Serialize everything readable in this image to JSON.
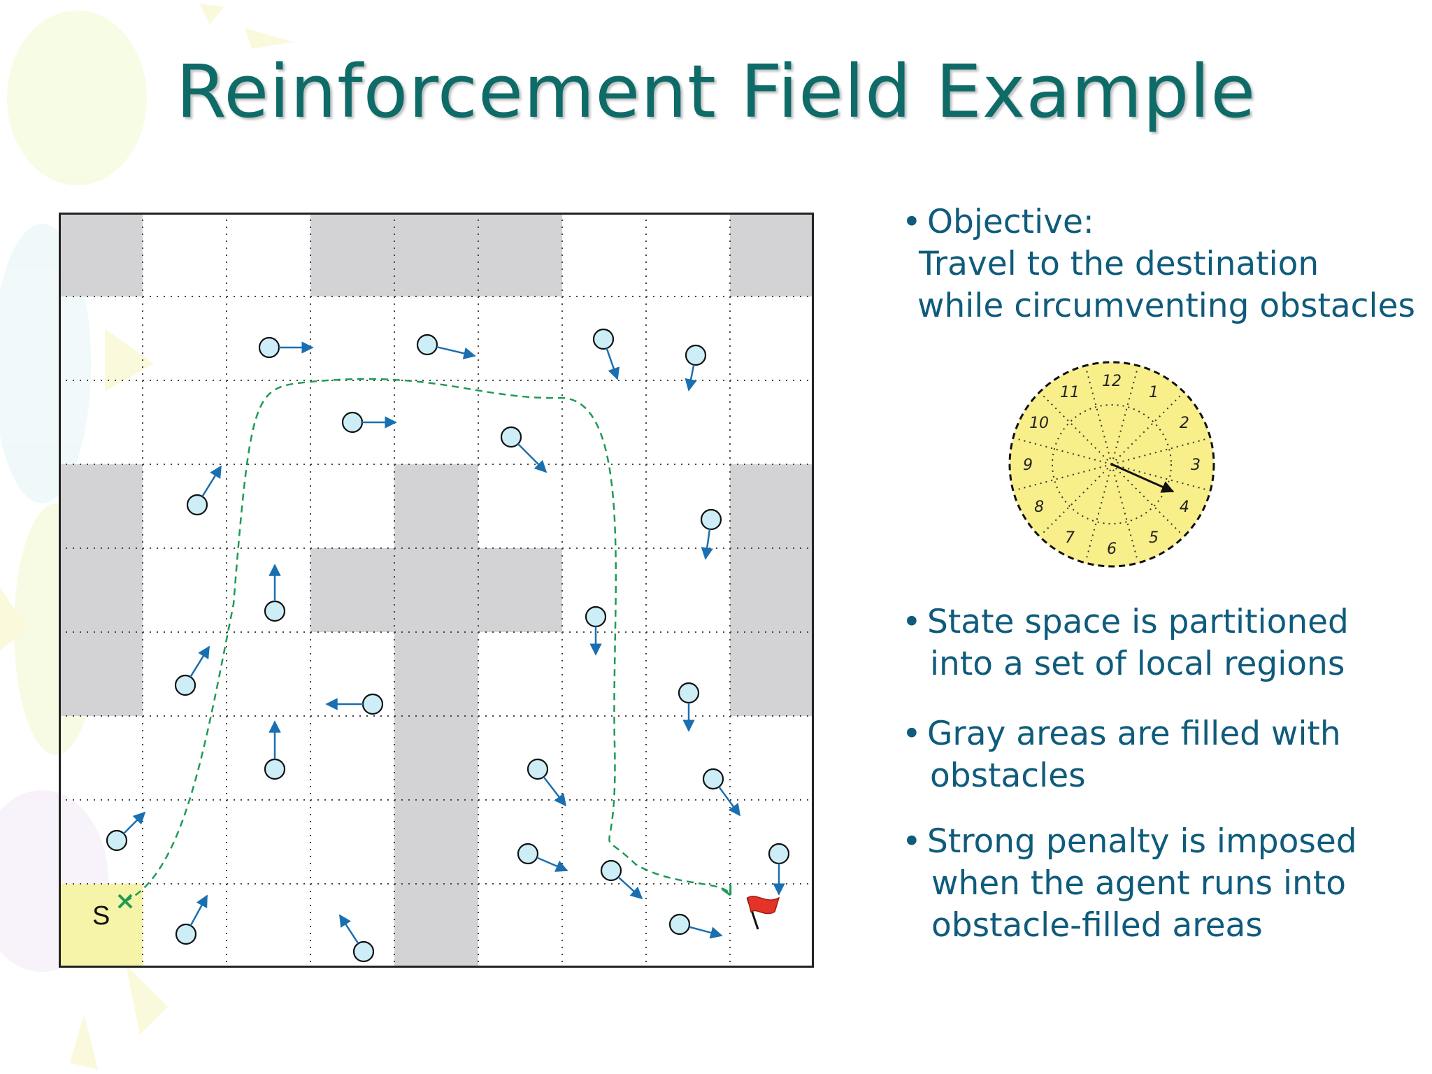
{
  "title": "Reinforcement Field Example",
  "bullets": [
    {
      "lines": [
        "Objective:",
        "Travel to the destination",
        "while circumventing obstacles"
      ]
    },
    {
      "lines": [
        "State space is partitioned",
        "into a set of local regions"
      ]
    },
    {
      "lines": [
        "Gray areas are filled with",
        "obstacles"
      ]
    },
    {
      "lines": [
        "Strong penalty is imposed",
        "when the agent runs into",
        "obstacle-filled areas"
      ]
    }
  ],
  "grid": {
    "rows": 9,
    "cols": 9,
    "obstacles": [
      [
        0,
        0
      ],
      [
        0,
        3
      ],
      [
        0,
        4
      ],
      [
        0,
        5
      ],
      [
        0,
        8
      ],
      [
        3,
        0
      ],
      [
        3,
        4
      ],
      [
        3,
        8
      ],
      [
        4,
        0
      ],
      [
        4,
        3
      ],
      [
        4,
        4
      ],
      [
        4,
        5
      ],
      [
        4,
        8
      ],
      [
        5,
        0
      ],
      [
        5,
        4
      ],
      [
        5,
        8
      ],
      [
        6,
        4
      ],
      [
        7,
        4
      ],
      [
        8,
        4
      ]
    ],
    "start_cell": [
      8,
      0
    ],
    "start_label": "S",
    "colors": {
      "obstacle": "#d3d3d5",
      "start": "#f6f4a8",
      "agent": "#cdeef7",
      "arrow": "#1a6fb0",
      "path": "#1f9a55",
      "flag": "#e43328"
    }
  },
  "dial": {
    "numbers": [
      "12",
      "1",
      "2",
      "3",
      "4",
      "5",
      "6",
      "7",
      "8",
      "9",
      "10",
      "11"
    ],
    "fill": "#f8ee8a",
    "pointer_hour": 4
  }
}
